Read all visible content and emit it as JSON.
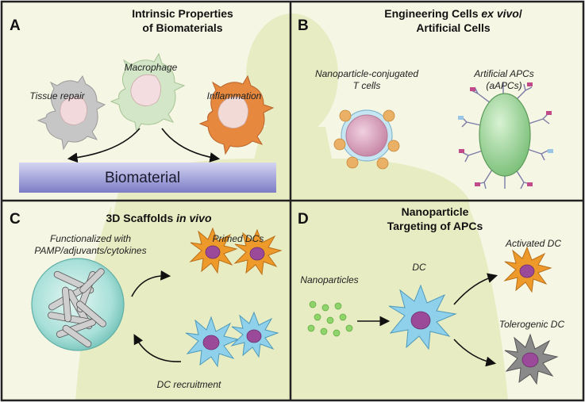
{
  "panels": {
    "a": {
      "letter": "A",
      "title_line1": "Intrinsic Properties",
      "title_line2": "of Biomaterials",
      "label_macrophage": "Macrophage",
      "label_repair": "Tissue repair",
      "label_inflammation": "Inflammation",
      "label_biomaterial": "Biomaterial"
    },
    "b": {
      "letter": "B",
      "title_part1": "Engineering Cells ",
      "title_italic": "ex vivo",
      "title_part2": "/",
      "title_line2": "Artificial Cells",
      "label_tcells_line1": "Nanoparticle-conjugated",
      "label_tcells_line2": "T cells",
      "label_aapc_line1": "Artificial APCs",
      "label_aapc_line2": "(aAPCs)"
    },
    "c": {
      "letter": "C",
      "title_part1": "3D Scaffolds ",
      "title_italic": "in vivo",
      "label_func_line1": "Functionalized with",
      "label_func_line2": "PAMP/adjuvants/cytokines",
      "label_primed": "Primed DCs",
      "label_recruit": "DC recruitment"
    },
    "d": {
      "letter": "D",
      "title_line1": "Nanoparticle",
      "title_line2": "Targeting of APCs",
      "label_nanoparticles": "Nanoparticles",
      "label_dc": "DC",
      "label_activated": "Activated DC",
      "label_tolerogenic": "Tolerogenic DC"
    }
  },
  "colors": {
    "panel_bg": "#f4f5df",
    "silhouette": "#e9edc4",
    "border": "#222222",
    "macrophage_repair": "#c9c9c9",
    "macrophage_neutral": "#cfe3c4",
    "macrophage_inflam": "#e68a3f",
    "nucleus_pink": "#f1d6da",
    "biomaterial_top": "#c7c7ee",
    "biomaterial_bottom": "#7f80c7",
    "tcell_body": "#d8a8be",
    "tcell_ring": "#bfe0ef",
    "np_orange": "#eab066",
    "aapc_body": "#a9d8a8",
    "dc_orange": "#ee9a2a",
    "dc_blue": "#8fd0ea",
    "dc_grey": "#8a8a8a",
    "dc_nucleus": "#9b4a9a",
    "scaffold_sphere": "#8fd6cf",
    "np_green": "#8ed46a"
  }
}
